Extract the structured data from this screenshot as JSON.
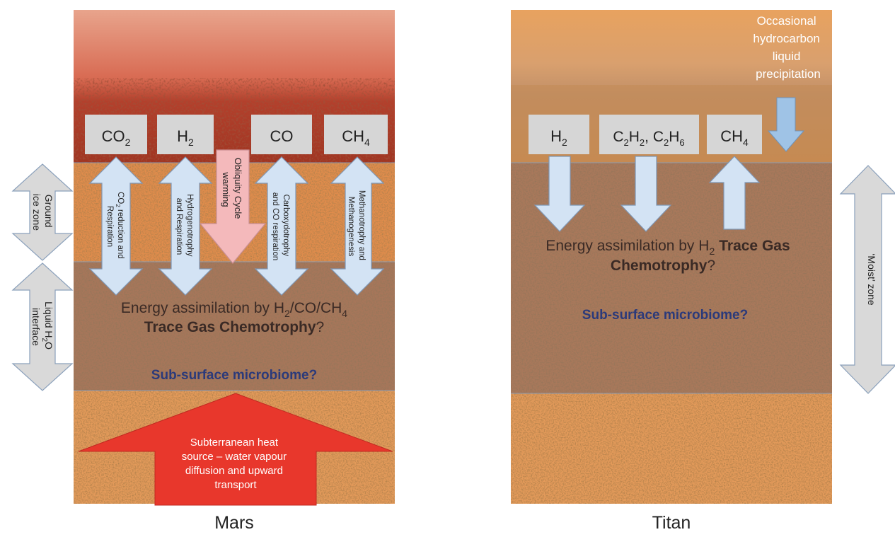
{
  "mars": {
    "caption": "Mars",
    "gases": {
      "co2": {
        "main": "CO",
        "sub": "2"
      },
      "h2": {
        "main": "H",
        "sub": "2"
      },
      "co": {
        "main": "CO"
      },
      "ch4": {
        "main": "CH",
        "sub": "4"
      }
    },
    "processes": {
      "co2_label": {
        "a": "CO",
        "b": "2",
        "c": " reduction  and",
        "d": "Respiration"
      },
      "h2_label": {
        "a": "Hydrogenotrophy",
        "b": "and Respiration"
      },
      "obliquity_label": {
        "a": "Obliquity Cycle",
        "b": "warming"
      },
      "co_label": {
        "a": "Carboxydotrophy",
        "b": "and CO respiration"
      },
      "ch4_label": {
        "a": "Methanotrophy and",
        "b": "Methanogenesis"
      }
    },
    "zones": {
      "ground_ice": {
        "a": "Ground",
        "b": "ice zone"
      },
      "liquid_water": {
        "a": "Liquid H",
        "b": "2",
        "c": "O",
        "d": "interface"
      }
    },
    "energy": {
      "a": "Energy assimilation by H",
      "b": "2",
      "c": "/CO/CH",
      "d": "4"
    },
    "chemotrophy": {
      "bold": "Trace Gas Chemotrophy",
      "tail": "?"
    },
    "microbiome": "Sub-surface microbiome?",
    "heat_source": [
      "Subterranean heat",
      "source – water vapour",
      "diffusion and upward",
      "transport"
    ]
  },
  "titan": {
    "caption": "Titan",
    "gases": {
      "h2": {
        "main": "H",
        "sub": "2"
      },
      "c2": {
        "a": "C",
        "b": "2",
        "c": "H",
        "d": "2",
        "e": ", C",
        "f": "2",
        "g": "H",
        "h": "6"
      },
      "ch4": {
        "main": "CH",
        "sub": "4"
      }
    },
    "precipitation": [
      "Occasional",
      "hydrocarbon",
      "liquid",
      "precipitation"
    ],
    "energy": {
      "a": "Energy assimilation by H",
      "b": "2",
      "c": "Trace Gas"
    },
    "chemotrophy": {
      "bold": "Chemotrophy",
      "tail": "?"
    },
    "microbiome": "Sub-surface microbiome?",
    "moist_zone": "‘Moist’ zone"
  },
  "colors": {
    "mars_sky_top": "#e8a48c",
    "mars_ground": "#b23b22",
    "titan_sky": "#e3a06a",
    "titan_sea": "#b5834f",
    "regolith_light": "#e39a5a",
    "regolith_dark": "#b07a55",
    "arrow_blue": "#d3e3f4",
    "arrow_pink": "#f4b9bb",
    "arrow_red": "#e8372c",
    "zone_grey": "#d9d9d9",
    "gas_box": "#d6d6d6",
    "microbiome_text": "#2b3a7a"
  }
}
